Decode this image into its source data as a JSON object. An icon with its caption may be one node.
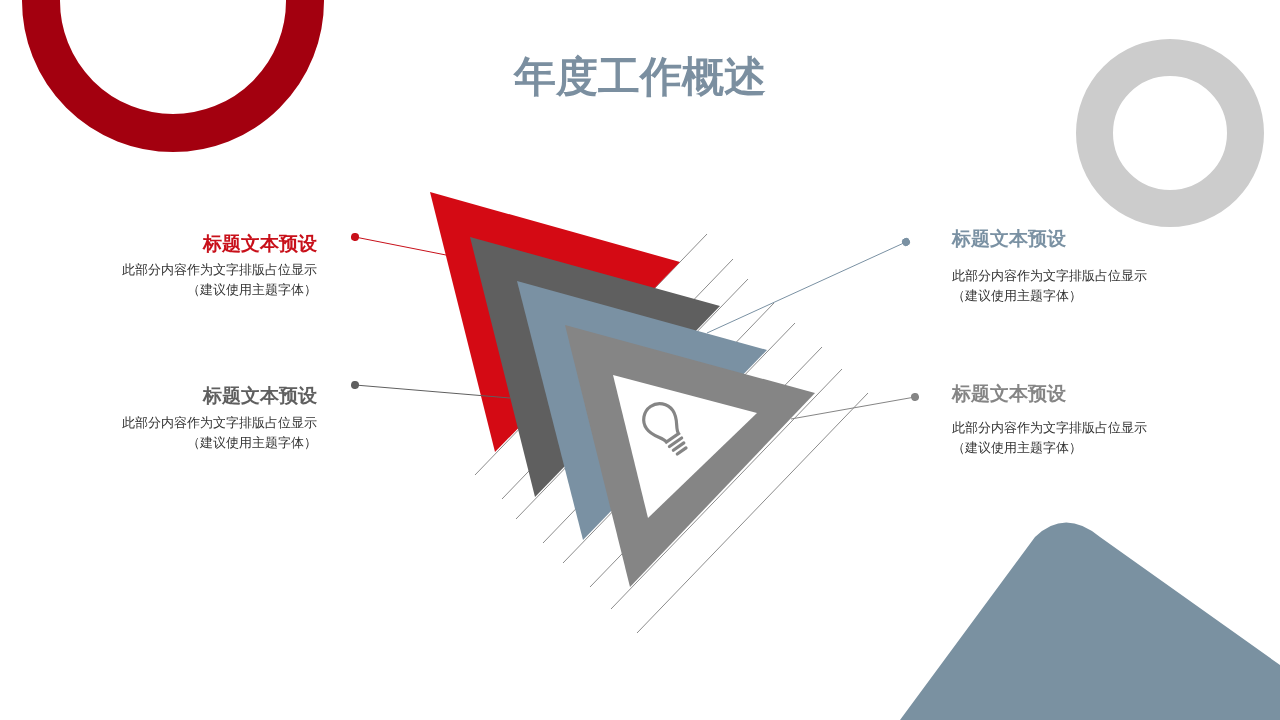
{
  "diagram": {
    "title": "年度工作概述",
    "nodes": [
      {
        "text": [
          "标题文本预设",
          "此部分内容作为文字排版占位显示（建议使用主题字体）"
        ]
      },
      {
        "text": [
          "标题文本预设",
          "此部分内容作为文字排版占位显示（建议使用主题字体）"
        ]
      },
      {
        "text": [
          "标题文本预设",
          "此部分内容作为文字排版占位显示（建议使用主题字体）"
        ]
      },
      {
        "text": [
          "标题文本预设",
          "此部分内容作为文字排版占位显示（建议使用主题字体）"
        ]
      },
      {
        "text": [],
        "shape": "triangle"
      },
      {
        "text": [],
        "shape": "triangle"
      },
      {
        "text": [],
        "shape": "triangle"
      },
      {
        "text": [],
        "shape": "triangle"
      }
    ],
    "edges": [
      {
        "from": 0,
        "to": 4,
        "arrow": "other",
        "color": "#c8101a"
      },
      {
        "from": 1,
        "to": 5,
        "arrow": "other",
        "color": "#5f5f5f"
      },
      {
        "from": 2,
        "to": 6,
        "arrow": "other",
        "color": "#7a91a3"
      },
      {
        "from": 3,
        "to": 7,
        "arrow": "other",
        "color": "#858585"
      }
    ]
  }
}
